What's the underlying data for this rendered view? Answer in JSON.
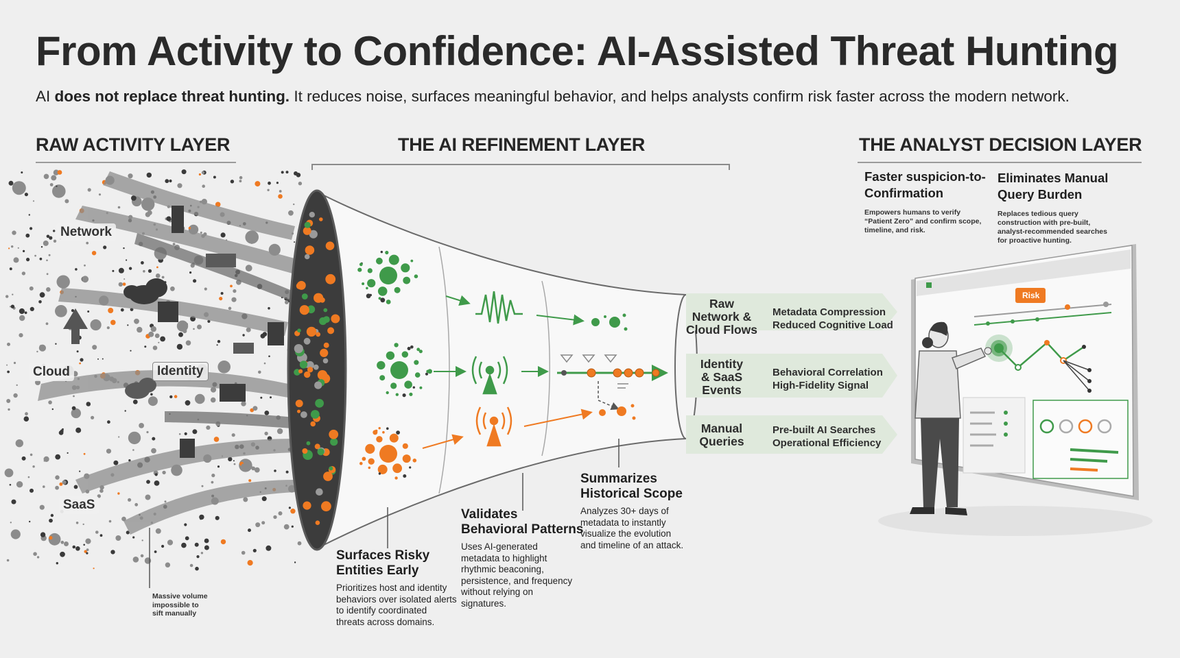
{
  "title": "From Activity to Confidence: AI-Assisted Threat Hunting",
  "subtitle": {
    "lead": "AI",
    "bold": "does not replace threat hunting.",
    "rest": "It reduces noise, surfaces meaningful behavior, and helps analysts confirm risk faster across the modern network."
  },
  "layers": {
    "raw": "RAW ACTIVITY LAYER",
    "refinement": "THE AI REFINEMENT LAYER",
    "analyst": "THE ANALYST DECISION LAYER"
  },
  "sources": {
    "network": "Network",
    "cloud": "Cloud",
    "identity": "Identity",
    "saas": "SaaS"
  },
  "raw_note": [
    "Massive volume",
    "impossible to",
    "sift manually"
  ],
  "stages": [
    {
      "title": [
        "Surfaces Risky",
        "Entities Early"
      ],
      "desc": [
        "Prioritizes host and identity",
        "behaviors over isolated alerts",
        "to identify coordinated",
        "threats across domains."
      ]
    },
    {
      "title": [
        "Validates",
        "Behavioral Patterns"
      ],
      "desc": [
        "Uses AI-generated",
        "metadata to highlight",
        "rhythmic beaconing,",
        "persistence, and frequency",
        "without relying on",
        "signatures."
      ]
    },
    {
      "title": [
        "Summarizes",
        "Historical Scope"
      ],
      "desc": [
        "Analyzes 30+ days of",
        "metadata to instantly",
        "visualize the evolution",
        "and timeline of an attack."
      ]
    }
  ],
  "flows": [
    {
      "from": [
        "Raw",
        "Network &",
        "Cloud Flows"
      ],
      "to": [
        "Metadata Compression",
        "Reduced Cognitive Load"
      ]
    },
    {
      "from": [
        "Identity",
        "& SaaS",
        "Events"
      ],
      "to": [
        "Behavioral Correlation",
        "High-Fidelity Signal"
      ]
    },
    {
      "from": [
        "Manual",
        "Queries"
      ],
      "to": [
        "Pre-built AI Searches",
        "Operational Efficiency"
      ]
    }
  ],
  "analyst": [
    {
      "title": [
        "Faster suspicion-to-",
        "Confirmation"
      ],
      "desc": [
        "Empowers humans to verify",
        "“Patient Zero” and confirm scope,",
        "timeline, and risk."
      ]
    },
    {
      "title": [
        "Eliminates Manual",
        "Query Burden"
      ],
      "desc": [
        "Replaces tedious query",
        "construction with pre-built,",
        "analyst-recommended searches",
        "for proactive hunting."
      ]
    }
  ],
  "screen": {
    "risk": "Risk"
  },
  "colors": {
    "green": "#3f9a4a",
    "orange": "#ef7a22",
    "dark": "#3a3a3a",
    "gray": "#8c8c8c",
    "background": "#efefef"
  }
}
